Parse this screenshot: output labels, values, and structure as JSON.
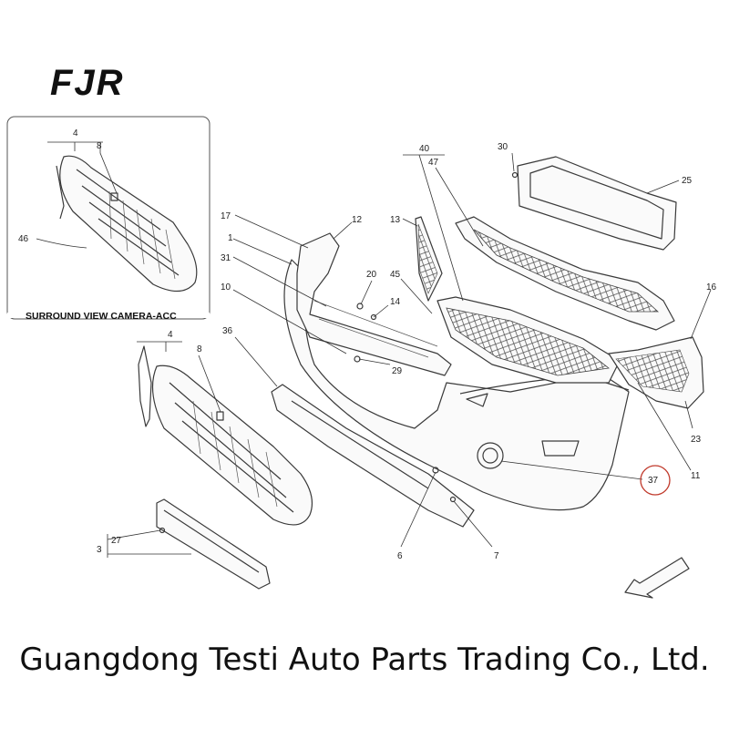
{
  "logo": {
    "text": "FJR"
  },
  "inset": {
    "caption": "SURROUND VIEW CAMERA-ACC"
  },
  "callouts": {
    "c4a": "4",
    "c8a": "8",
    "c46": "46",
    "c40": "40",
    "c47": "47",
    "c30": "30",
    "c25": "25",
    "c17": "17",
    "c12": "12",
    "c13": "13",
    "c1": "1",
    "c31": "31",
    "c20": "20",
    "c45": "45",
    "c14": "14",
    "c10": "10",
    "c16": "16",
    "c36": "36",
    "c4b": "4",
    "c8b": "8",
    "c29": "29",
    "c23": "23",
    "c11": "11",
    "c37": "37",
    "c27": "27",
    "c3": "3",
    "c6": "6",
    "c7": "7"
  },
  "highlight": {
    "part": "37",
    "color": "#c0392b"
  },
  "footer": {
    "company": "Guangdong Testi Auto Parts Trading Co., Ltd."
  }
}
